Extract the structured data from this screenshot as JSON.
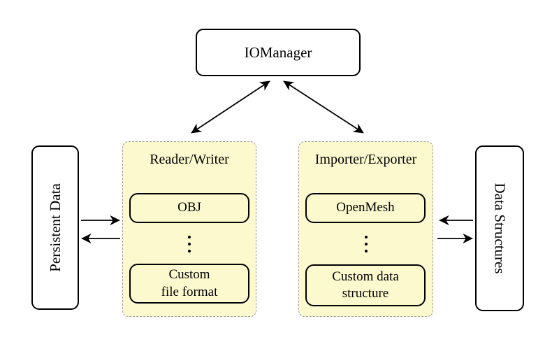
{
  "colors": {
    "background": "#ffffff",
    "group_fill": "#fcf9cf",
    "group_border": "#9a9a9a",
    "node_border": "#000000",
    "node_fill": "#ffffff",
    "arrow": "#000000"
  },
  "nodes": {
    "iomanager": {
      "label": "IOManager"
    },
    "persistent_data": {
      "label": "Persistent Data"
    },
    "data_structures": {
      "label": "Data Structures"
    }
  },
  "groups": {
    "reader_writer": {
      "title": "Reader/Writer",
      "items": [
        "OBJ",
        "Custom\nfile format"
      ]
    },
    "importer_exporter": {
      "title": "Importer/Exporter",
      "items": [
        "OpenMesh",
        "Custom data\nstructure"
      ]
    }
  },
  "icons": {
    "ellipsis_left": "vertical-ellipsis",
    "ellipsis_right": "vertical-ellipsis"
  },
  "edges": [
    {
      "from": "IOManager",
      "to": "Reader/Writer",
      "direction": "bidirectional"
    },
    {
      "from": "IOManager",
      "to": "Importer/Exporter",
      "direction": "bidirectional"
    },
    {
      "from": "Persistent Data",
      "to": "Reader/Writer",
      "direction": "forward"
    },
    {
      "from": "Reader/Writer",
      "to": "Persistent Data",
      "direction": "forward"
    },
    {
      "from": "Data Structures",
      "to": "Importer/Exporter",
      "direction": "forward"
    },
    {
      "from": "Importer/Exporter",
      "to": "Data Structures",
      "direction": "forward"
    }
  ]
}
